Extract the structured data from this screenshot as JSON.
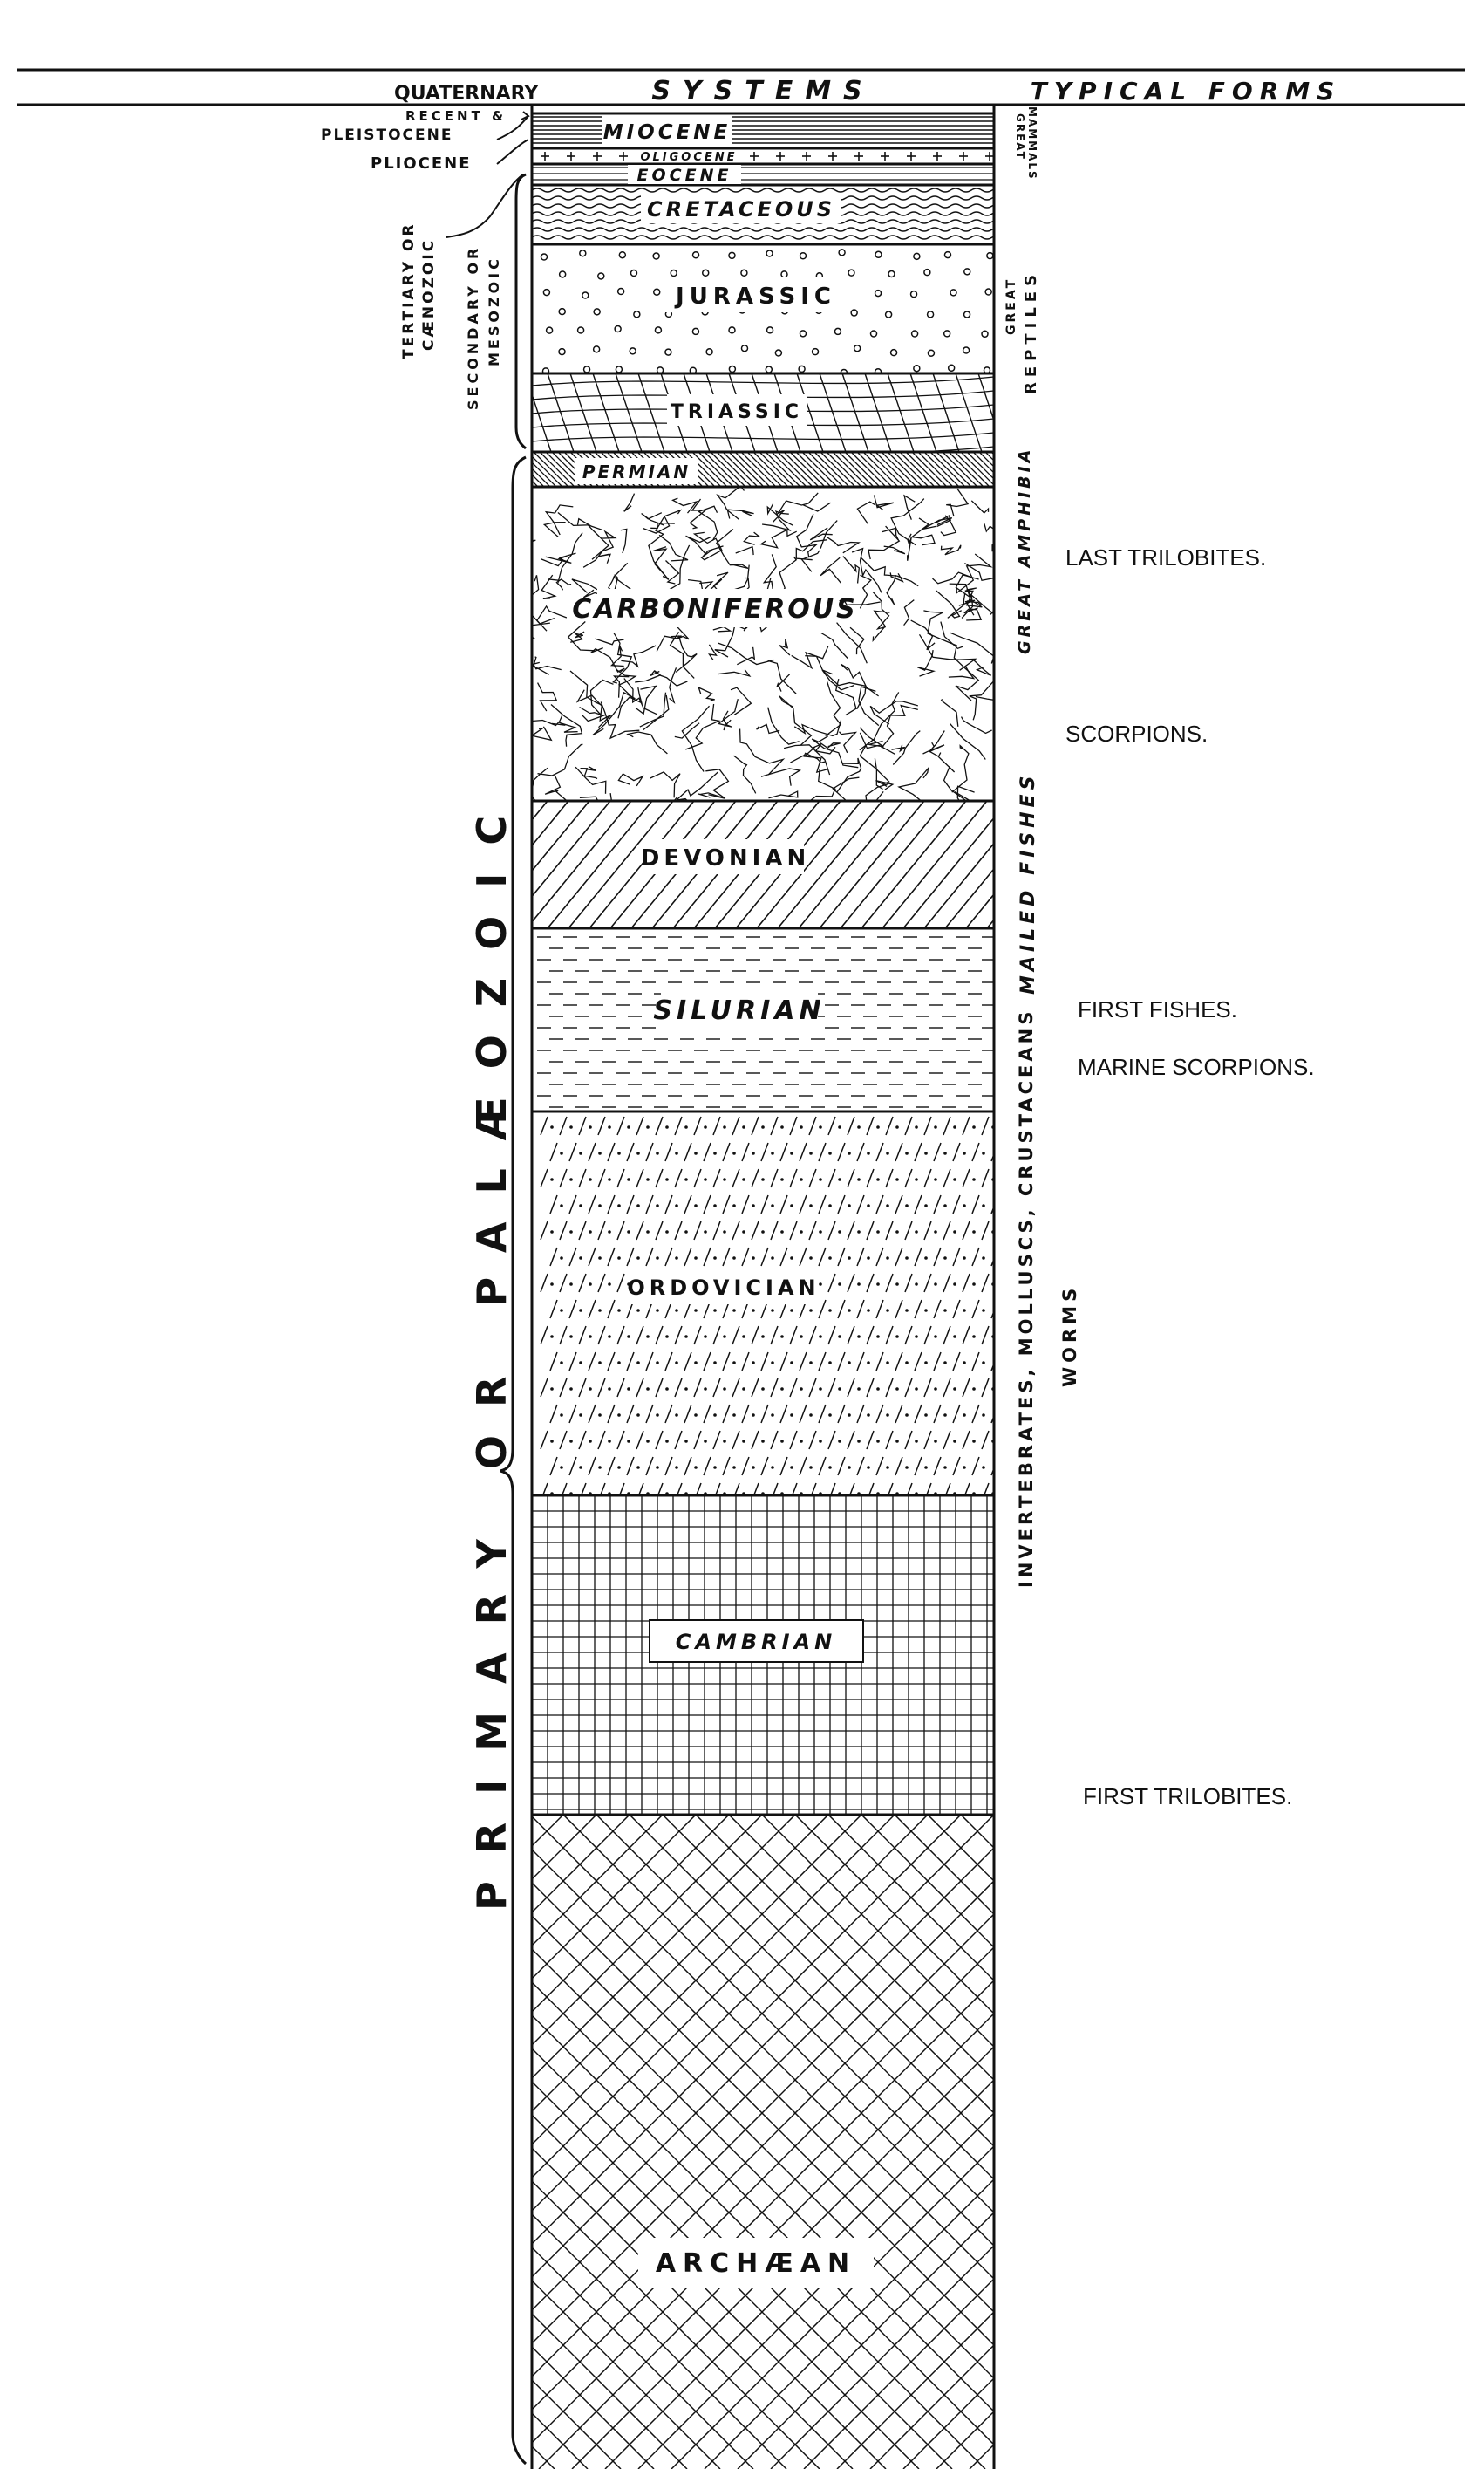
{
  "header": {
    "left": "QUATERNARY",
    "center": "SYSTEMS",
    "right": "TYPICAL FORMS"
  },
  "eras": {
    "recent": "RECENT &",
    "pleistocene": "PLEISTOCENE",
    "pliocene": "PLIOCENE",
    "tertiary_1": "TERTIARY OR",
    "tertiary_2": "CÆNOZOIC",
    "secondary_1": "SECONDARY OR",
    "secondary_2": "MESOZOIC",
    "primary": "PRIMARY OR PALÆOZOIC"
  },
  "systems": {
    "miocene": "MIOCENE",
    "oligocene": "OLIGOCENE",
    "eocene": "EOCENE",
    "cretaceous": "CRETACEOUS",
    "jurassic": "JURASSIC",
    "triassic": "TRIASSIC",
    "permian": "PERMIAN",
    "carboniferous": "CARBONIFEROUS",
    "devonian": "DEVONIAN",
    "silurian": "SILURIAN",
    "ordovician": "ORDOVICIAN",
    "cambrian": "CAMBRIAN",
    "archaean": "ARCHÆAN"
  },
  "vertical_forms": {
    "great": "GREAT",
    "mammals": "MAMMALS",
    "great_reptiles_1": "GREAT",
    "great_reptiles_2": "REPTILES",
    "great_amphibia": "GREAT AMPHIBIA",
    "mailed_fishes": "MAILED FISHES",
    "invertebrates": "INVERTEBRATES, MOLLUSCS, CRUSTACEANS",
    "worms": "WORMS"
  },
  "notes": {
    "last_trilobites": "LAST TRILOBITES.",
    "scorpions": "SCORPIONS.",
    "first_fishes": "FIRST FISHES.",
    "marine_scorpions": "MARINE SCORPIONS.",
    "first_trilobites": "FIRST TRILOBITES."
  }
}
